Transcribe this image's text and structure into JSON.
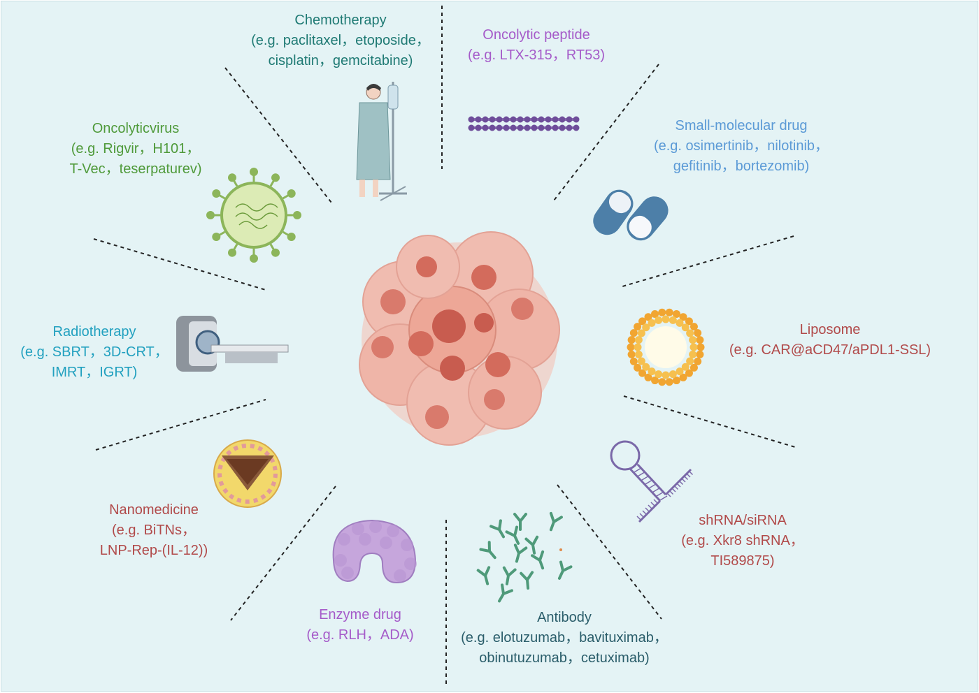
{
  "therapies": {
    "chemotherapy": {
      "title": "Chemotherapy",
      "line1": "(e.g. paclitaxel，etoposide，",
      "line2": "cisplatin，gemcitabine)",
      "color": "#1f7a74",
      "icon": "patient-iv-icon"
    },
    "oncolytic_peptide": {
      "title": "Oncolytic peptide",
      "line1": "(e.g. LTX-315，RT53)",
      "color": "#a55bc9",
      "icon": "peptide-chain-icon"
    },
    "small_molecular": {
      "title": "Small-molecular drug",
      "line1": "(e.g. osimertinib，nilotinib，",
      "line2": "gefitinib，bortezomib)",
      "color": "#5b9ad6",
      "icon": "capsule-icon"
    },
    "oncolyticvirus": {
      "title": "Oncolyticvirus",
      "line1": "(e.g. Rigvir，H101，",
      "line2": "T-Vec，teserpaturev)",
      "color": "#4f9a3a",
      "icon": "virus-icon"
    },
    "radiotherapy": {
      "title": "Radiotherapy",
      "line1": "(e.g. SBRT，3D-CRT，",
      "line2": "IMRT，IGRT)",
      "color": "#21a0bf",
      "icon": "scanner-icon"
    },
    "liposome": {
      "title": "Liposome",
      "line1": "(e.g. CAR@aCD47/aPDL1-SSL)",
      "color": "#b14a4a",
      "icon": "liposome-icon"
    },
    "nanomedicine": {
      "title": "Nanomedicine",
      "line1": "(e.g. BiTNs，",
      "line2": "LNP-Rep-(IL-12))",
      "color": "#b14a4a",
      "icon": "nanoparticle-icon"
    },
    "shrna": {
      "title": "shRNA/siRNA",
      "line1": "(e.g. Xkr8 shRNA，",
      "line2": "TI589875)",
      "color": "#b14a4a",
      "icon": "hairpin-rna-icon"
    },
    "enzyme": {
      "title": "Enzyme drug",
      "line1": "(e.g. RLH，ADA)",
      "color": "#a55bc9",
      "icon": "enzyme-icon"
    },
    "antibody": {
      "title": "Antibody",
      "line1": "(e.g. elotuzumab，bavituximab，",
      "line2": "obinutuzumab，cetuximab)",
      "color": "#2a5d6a",
      "icon": "antibody-icon"
    }
  },
  "center": {
    "icon": "tumor-cell-cluster-icon",
    "color": "#e8a79a"
  },
  "background": "#e4f3f5"
}
